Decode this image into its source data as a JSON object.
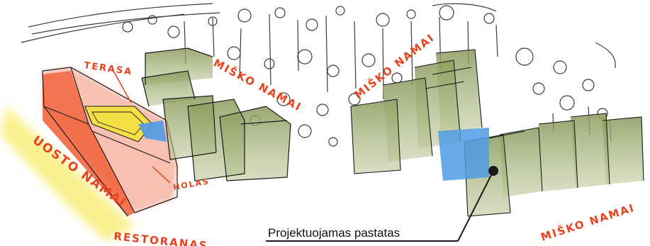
{
  "labels": {
    "terasa": "TERASA",
    "misko_namai_1": "MIŠKO NAMAI",
    "misko_namai_2": "MIŠKO NAMAI",
    "misko_namai_3": "MIŠKO NAMAI",
    "uosto_namai": "UOSTO NAMAI",
    "holas": "HOLAS",
    "restoranas": "RESTORANAS",
    "projektuojamas": "Projektuojamas pastatas"
  },
  "colors": {
    "label_red": "#e8431c",
    "restaurant_red": "#f2663f",
    "restaurant_pink": "#f6b6a4",
    "terrace_yellow": "#f3e23a",
    "harbour_yellow": "#f7ec6a",
    "forest_green": "#a8b87a",
    "forest_green_dark": "#8a9a5b",
    "lobby_blue": "#4f9be4",
    "ink": "#1a1a1a"
  }
}
